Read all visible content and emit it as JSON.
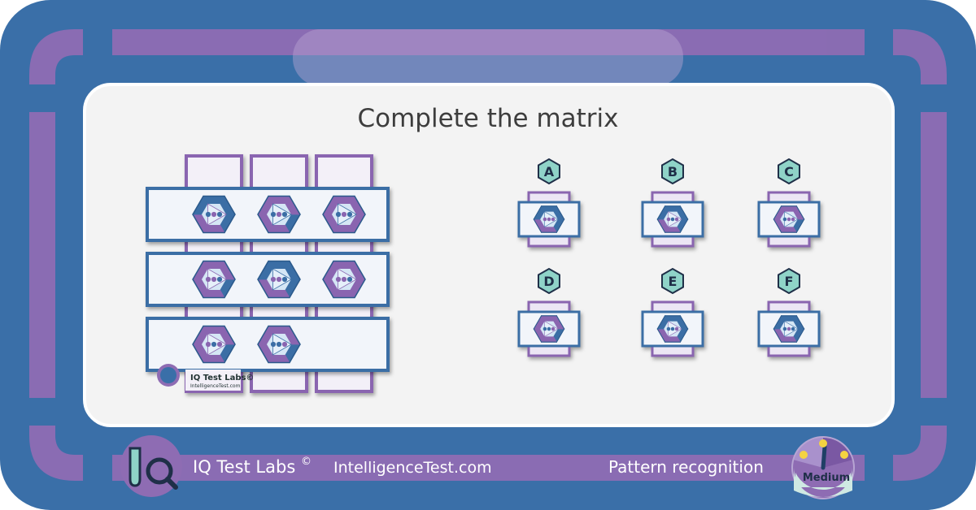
{
  "puzzle": {
    "title": "Complete the matrix",
    "watermark": {
      "brand": "IQ Test Labs©",
      "site": "IntelligenceTest.com"
    },
    "grid": {
      "rows": [
        [
          {
            "outer": "bl",
            "tri": "p",
            "dots": [
              "b",
              "p",
              "b"
            ]
          },
          {
            "outer": "pb",
            "tri": "b",
            "dots": [
              "b",
              "p",
              "b"
            ]
          },
          {
            "outer": "pp",
            "tri": "b",
            "dots": [
              "b",
              "p",
              "b"
            ]
          }
        ],
        [
          {
            "outer": "pb",
            "tri": "p",
            "dots": [
              "p",
              "p",
              "b"
            ]
          },
          {
            "outer": "bl",
            "tri": "b",
            "dots": [
              "p",
              "p",
              "b"
            ]
          },
          {
            "outer": "pp",
            "tri": "p",
            "dots": [
              "p",
              "p",
              "b"
            ]
          }
        ],
        [
          {
            "outer": "pb",
            "tri": "p",
            "dots": [
              "p",
              "b",
              "p"
            ]
          },
          {
            "outer": "pb",
            "tri": "b",
            "dots": [
              "b",
              "b",
              "p"
            ]
          },
          null
        ]
      ]
    },
    "options": [
      {
        "label": "A",
        "outer": "bl",
        "tri": "b",
        "dots": [
          "p",
          "p",
          "p"
        ]
      },
      {
        "label": "B",
        "outer": "bl",
        "tri": "p",
        "dots": [
          "p",
          "b",
          "p"
        ]
      },
      {
        "label": "C",
        "outer": "pb",
        "tri": "b",
        "dots": [
          "b",
          "p",
          "p"
        ]
      },
      {
        "label": "D",
        "outer": "pb",
        "tri": "p",
        "dots": [
          "b",
          "b",
          "p"
        ]
      },
      {
        "label": "E",
        "outer": "bl",
        "tri": "p",
        "dots": [
          "b",
          "b",
          "p"
        ]
      },
      {
        "label": "F",
        "outer": "bl",
        "tri": "b",
        "dots": [
          "b",
          "p",
          "b"
        ]
      }
    ]
  },
  "footer": {
    "brand": "IQ Test Labs",
    "copyright_mark": "©",
    "site": "IntelligenceTest.com",
    "category": "Pattern recognition",
    "difficulty": "Medium",
    "logo_letters": "IQ"
  },
  "colors": {
    "frame": "#3a6fa8",
    "purple_band": "#8e6cb3",
    "panel": "#f3f3f3",
    "blue_stroke": "#3b6ea5",
    "purple_stroke": "#8a65b0",
    "teal_badge": "#8fd3c8"
  }
}
